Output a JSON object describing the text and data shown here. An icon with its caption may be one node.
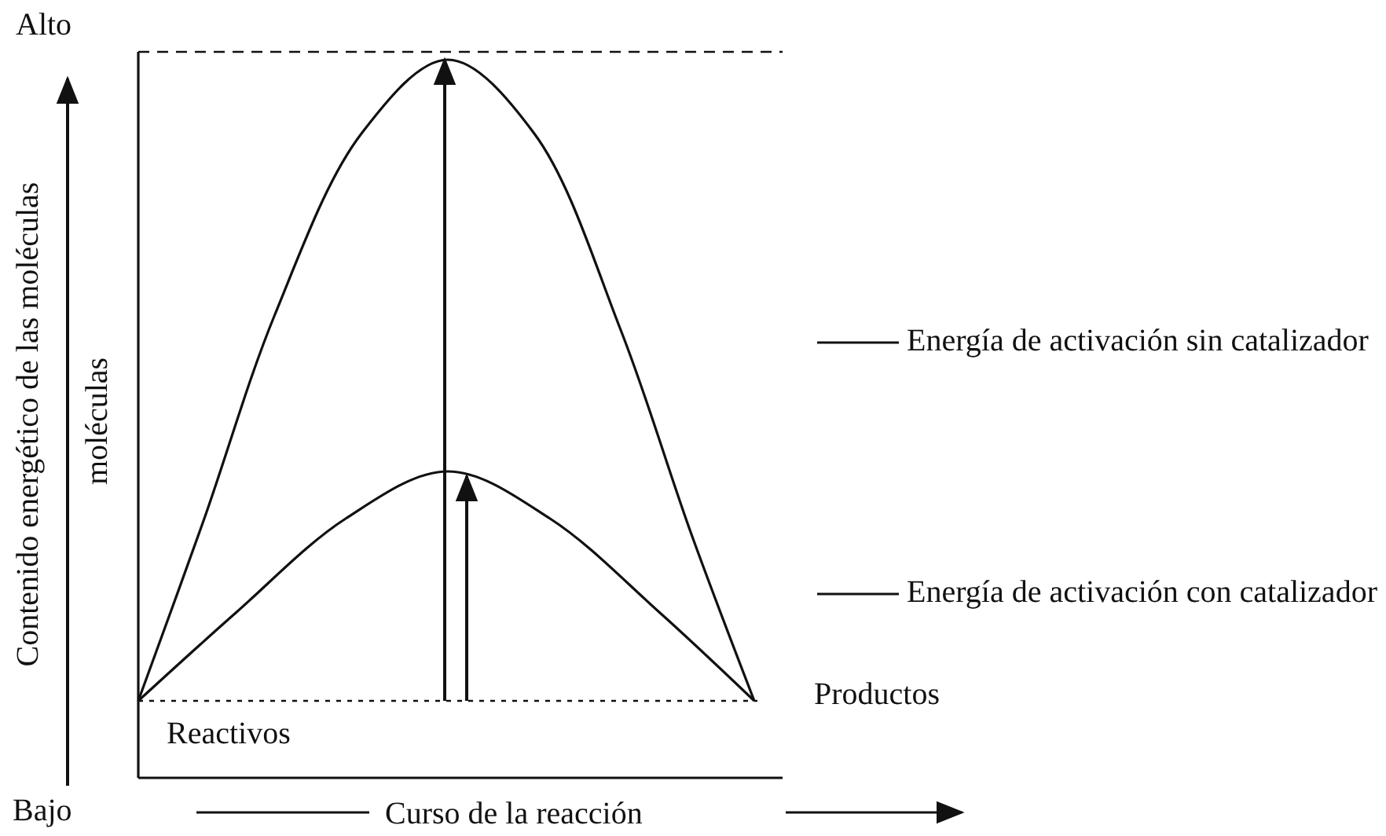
{
  "diagram": {
    "labels": [
      "Alto",
      "Contenido energético de las moléculas",
      "moléculas",
      "Bajo",
      "Reactivos",
      "Productos",
      "Curso de la reacción"
    ],
    "legend": [
      {
        "text": "Energía de activación sin catalizador"
      },
      {
        "text": "Energía de activación con catalizador"
      }
    ]
  }
}
